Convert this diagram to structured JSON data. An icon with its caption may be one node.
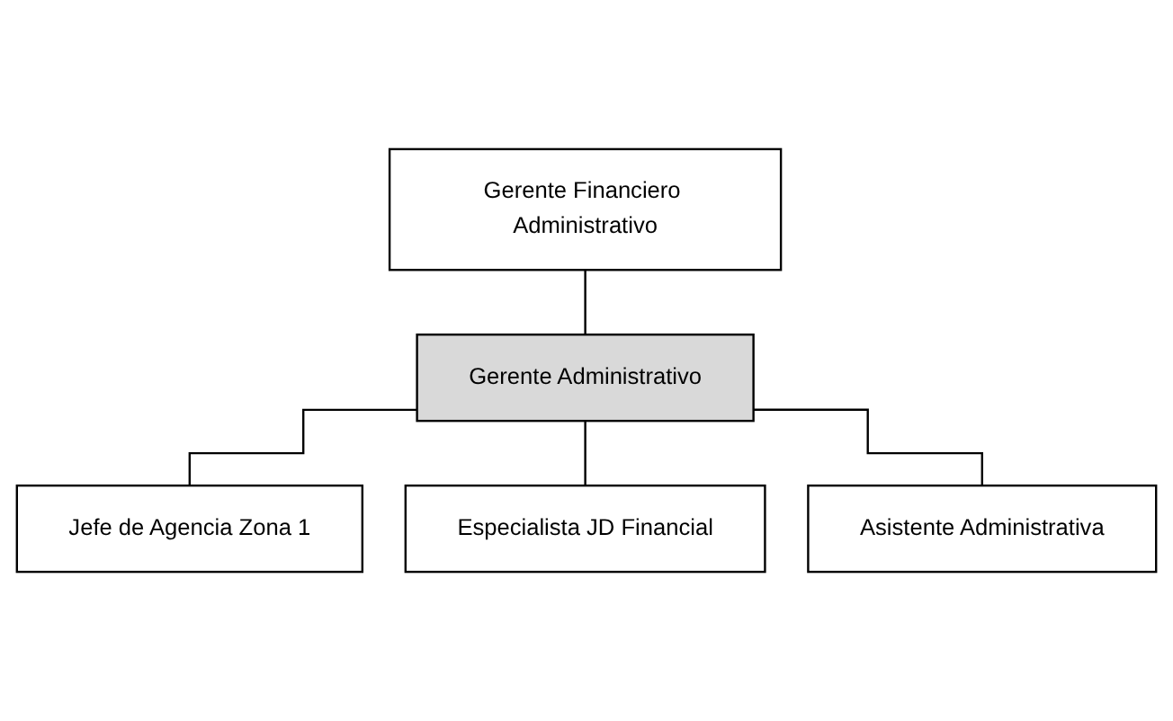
{
  "diagram": {
    "nodes": [
      {
        "text": [
          "Gerente Financiero Administrativo"
        ]
      },
      {
        "text": [
          "Gerente Administrativo"
        ]
      },
      {
        "text": [
          "Jefe de Agencia Zona 1"
        ]
      },
      {
        "text": [
          "Especialista JD Financial"
        ]
      },
      {
        "text": [
          "Asistente Administrativa"
        ]
      }
    ],
    "edges": [
      {
        "from": 0,
        "to": 1,
        "arrow": "none"
      },
      {
        "from": 1,
        "to": 2,
        "arrow": "none"
      },
      {
        "from": 1,
        "to": 3,
        "arrow": "none"
      },
      {
        "from": 1,
        "to": 4,
        "arrow": "none"
      }
    ]
  }
}
